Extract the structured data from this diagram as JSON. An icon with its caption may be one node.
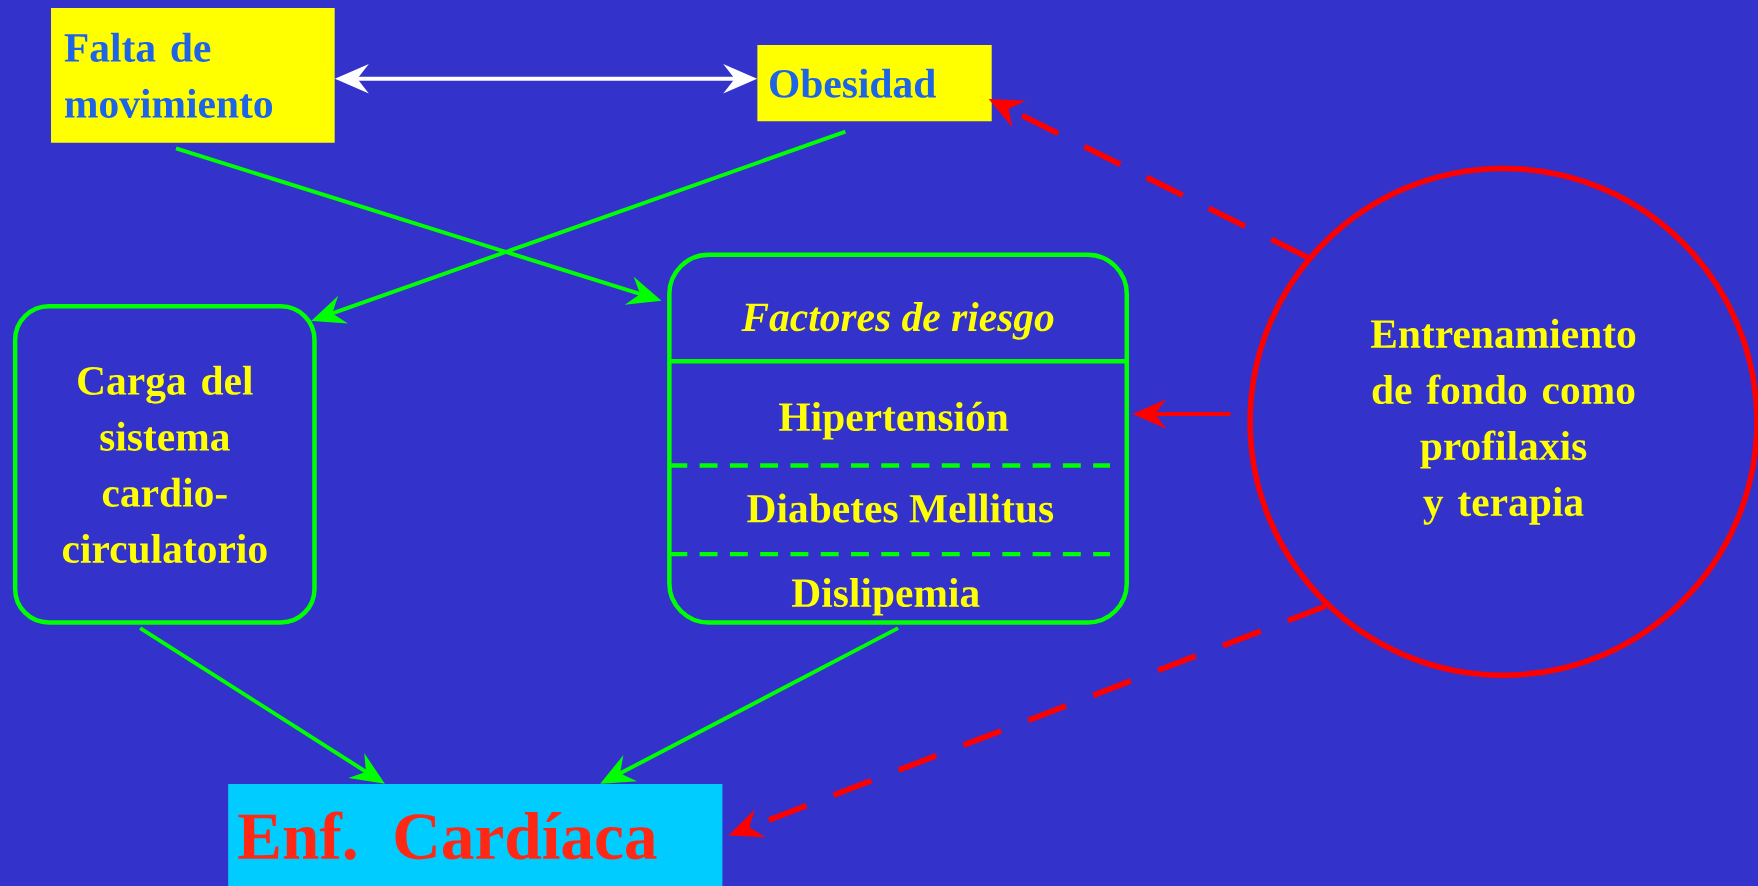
{
  "diagram": {
    "nodes": [
      {
        "text": [
          "Falta de movimiento"
        ]
      },
      {
        "text": [
          "Obesidad"
        ]
      },
      {
        "text": [
          "Carga del sistema cardio- circulatorio"
        ]
      },
      {
        "text": [
          "Factores de riesgo",
          "Hipertensión",
          "Diabetes Mellitus",
          "Dislipemia"
        ]
      },
      {
        "text": [
          "Enf. Cardíaca"
        ]
      },
      {
        "text": [
          "Entrenamiento de fondo como profilaxis y terapia"
        ]
      }
    ],
    "edges": [
      {
        "from": 0,
        "to": 1,
        "arrow": "both",
        "color": "#ffffff"
      },
      {
        "from": 0,
        "to": 3,
        "arrow": "to"
      },
      {
        "from": 1,
        "to": 2,
        "arrow": "to"
      },
      {
        "from": 2,
        "to": 4,
        "arrow": "to"
      },
      {
        "from": 3,
        "to": 4,
        "arrow": "to"
      },
      {
        "from": 5,
        "to": 1,
        "arrow": "to",
        "style": "dashed",
        "color": "#ff0000"
      },
      {
        "from": 5,
        "to": 3,
        "arrow": "to",
        "color": "#ff0000"
      },
      {
        "from": 5,
        "to": 4,
        "arrow": "to",
        "style": "dashed",
        "color": "#ff0000"
      }
    ]
  }
}
